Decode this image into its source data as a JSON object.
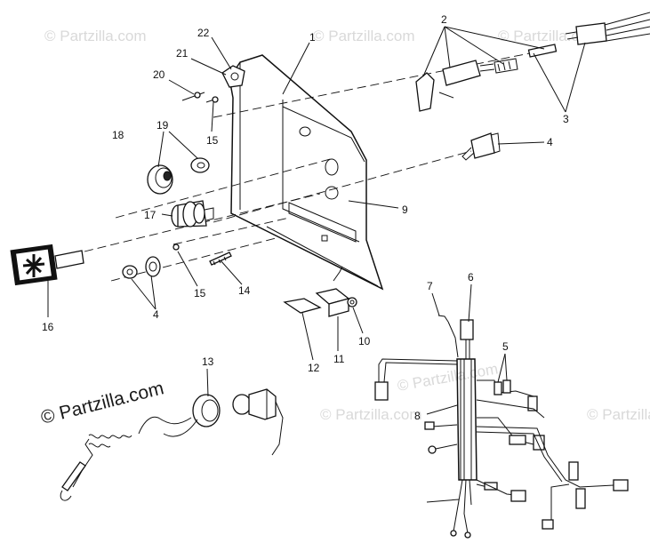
{
  "watermark": {
    "brand": "© Partzilla.com",
    "main": "© Partzilla.com"
  },
  "callouts": {
    "c1": "1",
    "c2": "2",
    "c3": "3",
    "c4a": "4",
    "c4b": "4",
    "c5": "5",
    "c6": "6",
    "c7": "7",
    "c8": "8",
    "c9": "9",
    "c10": "10",
    "c11": "11",
    "c12": "12",
    "c13": "13",
    "c14": "14",
    "c15a": "15",
    "c15b": "15",
    "c16": "16",
    "c17": "17",
    "c18": "18",
    "c19": "19",
    "c20": "20",
    "c21": "21",
    "c22": "22"
  }
}
